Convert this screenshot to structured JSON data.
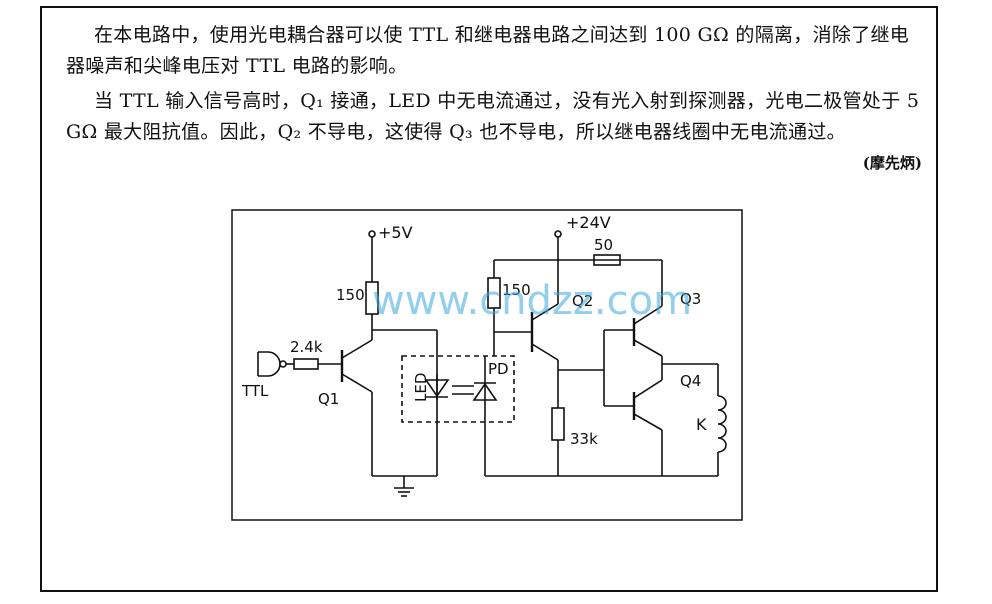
{
  "text": {
    "paragraph1": "在本电路中，使用光电耦合器可以使 TTL 和继电器电路之间达到 100 GΩ 的隔离，消除了继电器噪声和尖峰电压对 TTL 电路的影响。",
    "paragraph2": "当 TTL 输入信号高时，Q₁ 接通，LED 中无电流通过，没有光入射到探测器，光电二极管处于 5 GΩ 最大阻抗值。因此，Q₂ 不导电，这使得 Q₃ 也不导电，所以继电器线圈中无电流通过。",
    "author": "(摩先炳)"
  },
  "diagram": {
    "labels": {
      "v5": "+5V",
      "v24": "+24V",
      "r150_left": "150",
      "r150_right": "150",
      "r50": "50",
      "r2k4": "2.4k",
      "r33k": "33k",
      "ttl": "TTL",
      "q1": "Q1",
      "q2": "Q2",
      "q3": "Q3",
      "q4": "Q4",
      "k": "K",
      "led": "LED",
      "pd": "PD"
    },
    "watermark": "www.cndzz.com"
  }
}
